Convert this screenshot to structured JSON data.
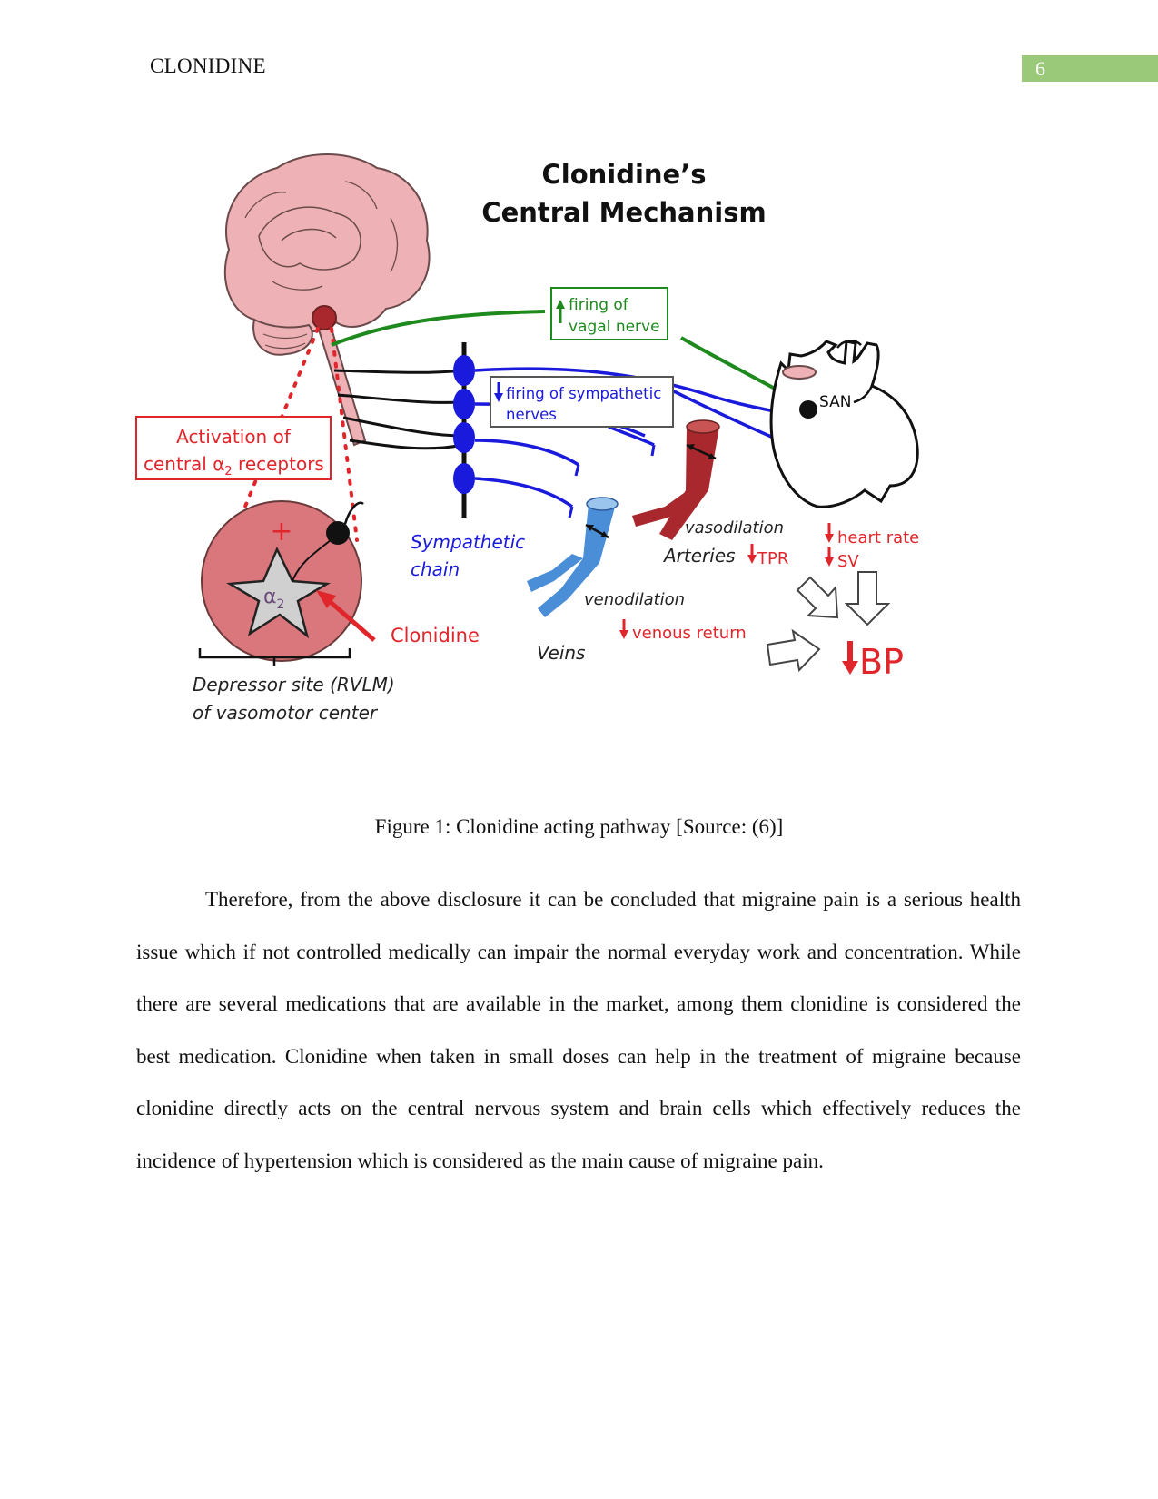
{
  "header": {
    "running_head": "CLONIDINE",
    "page_number": "6"
  },
  "figure": {
    "title_line1": "Clonidine’s",
    "title_line2": "Central Mechanism",
    "vagal_label_1": "firing of",
    "vagal_label_2": "vagal nerve",
    "sympathetic_label_1": "firing of sympathetic",
    "sympathetic_label_2": "nerves",
    "activation_label_1": "Activation of",
    "activation_label_2": "central α",
    "activation_label_sub": "2",
    "activation_label_3": " receptors",
    "san_label": "SAN",
    "sympathetic_chain_1": "Sympathetic",
    "sympathetic_chain_2": "chain",
    "vasodilation_label": "vasodilation",
    "arteries_label": "Arteries",
    "tpr_label": "TPR",
    "heart_rate_label": "heart rate",
    "sv_label": "SV",
    "venodilation_label": "venodilation",
    "venous_return_label": "venous return",
    "veins_label": "Veins",
    "bp_label": "BP",
    "clonidine_label": "Clonidine",
    "alpha_label": "α",
    "alpha_sub": "2",
    "plus_label": "+",
    "depressor_line1": "Depressor site (RVLM)",
    "depressor_line2": "of vasomotor center",
    "colors": {
      "red": "#e0262b",
      "green": "#1e8a1e",
      "blue": "#1a1adc",
      "brain_pink": "#eeb1b5",
      "artery": "#a8282d",
      "vein": "#4a8ed8"
    }
  },
  "caption": "Figure 1: Clonidine acting pathway [Source: (6)]",
  "paragraph": "Therefore, from the above disclosure it can be concluded that migraine pain is a serious health issue which if not controlled medically can impair the normal everyday work and concentration. While there are several medications that are available in the market, among them clonidine is considered the best medication. Clonidine when taken in small doses can help in the treatment of migraine because clonidine directly acts on the central nervous system and brain cells which effectively reduces the incidence of hypertension which is considered as the main cause of migraine pain."
}
